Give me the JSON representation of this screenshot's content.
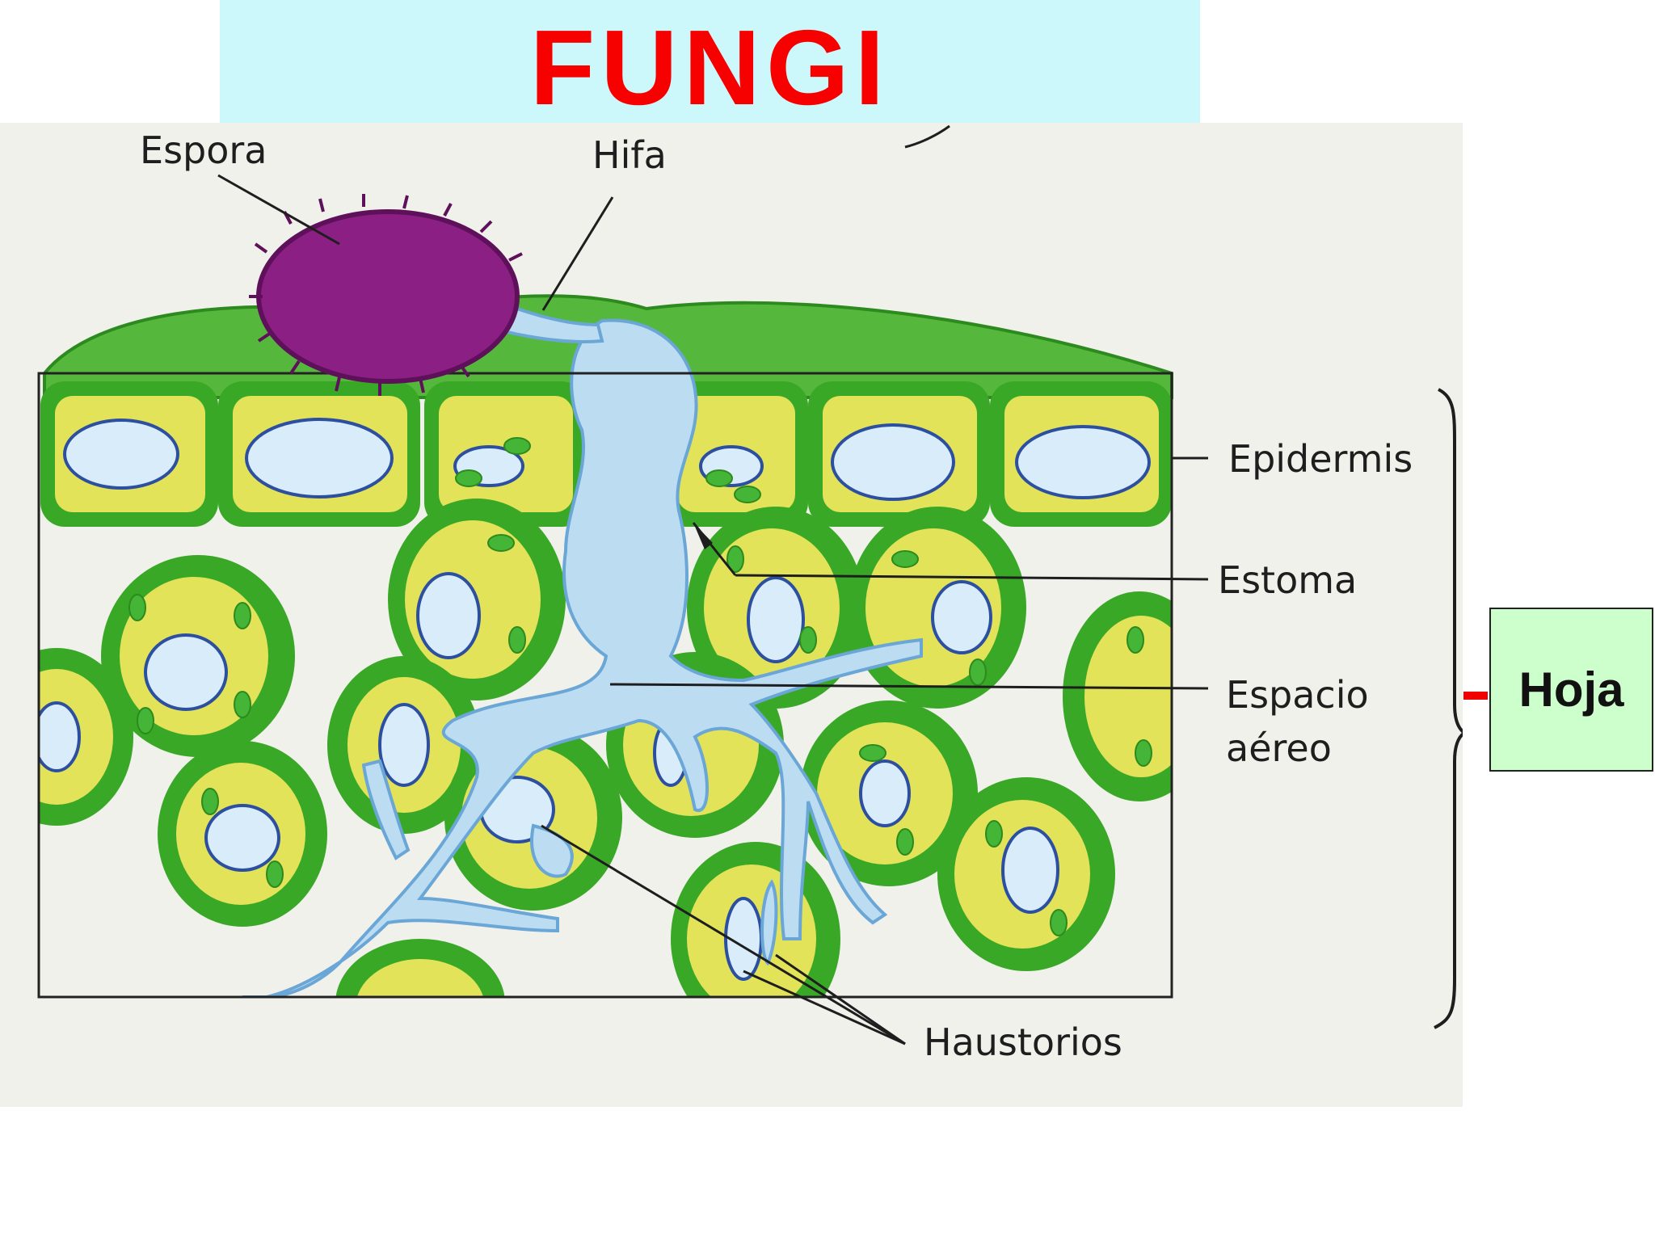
{
  "title": "FUNGI",
  "labels": {
    "spore": "Espora",
    "hypha": "Hifa",
    "epidermis": "Epidermis",
    "stoma": "Estoma",
    "air_space_line1": "Espacio",
    "air_space_line2": "aéreo",
    "haustoria": "Haustorios"
  },
  "side_label": "Hoja",
  "colors": {
    "title_text": "#f60000",
    "title_background": "#ccf7fb",
    "side_box_background": "#ccffcc",
    "cell_wall": "#3aa827",
    "cytoplasm": "#e3e35a",
    "vacuole": "#d8ecfa",
    "fungus": "#bcdcf2",
    "spore": "#8b1f84"
  }
}
